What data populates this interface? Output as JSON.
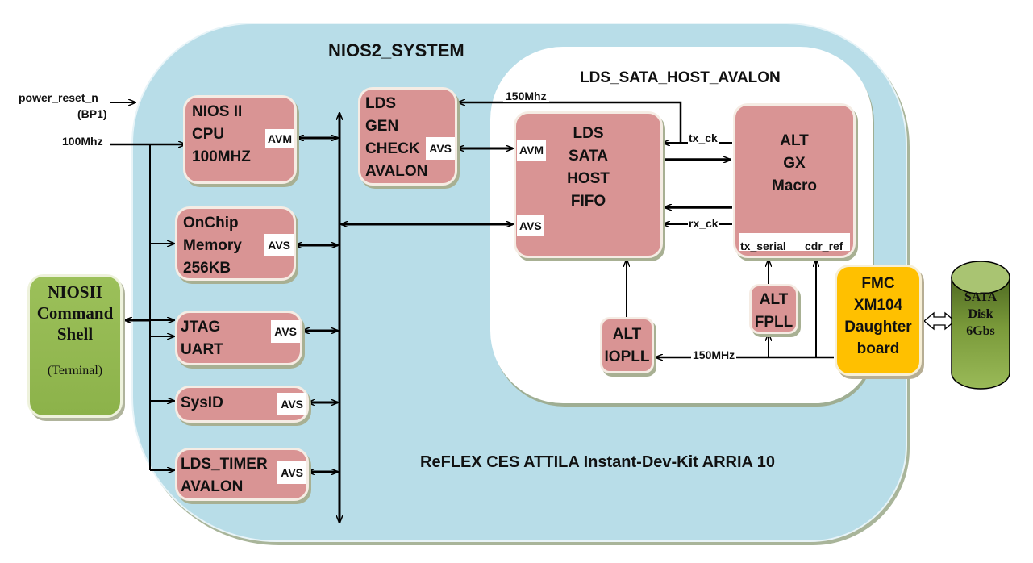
{
  "titles": {
    "system": "NIOS2_SYSTEM",
    "sata_host": "LDS_SATA_HOST_AVALON",
    "kit": "ReFLEX CES ATTILA Instant-Dev-Kit ARRIA 10"
  },
  "external": {
    "power_reset": "power_reset_n",
    "power_reset_sub": "(BP1)",
    "clock_in": "100Mhz"
  },
  "shell": {
    "line1": "NIOSII",
    "line2": "Command",
    "line3": "Shell",
    "sub": "(Terminal)"
  },
  "blocks": {
    "cpu": {
      "text": "NIOS II\nCPU\n100MHZ",
      "port": "AVM"
    },
    "memory": {
      "text": "OnChip\nMemory\n256KB",
      "port": "AVS"
    },
    "jtag": {
      "text": "JTAG\nUART",
      "port": "AVS"
    },
    "sysid": {
      "text": "SysID",
      "port": "AVS"
    },
    "timer": {
      "text": "LDS_TIMER\nAVALON",
      "port": "AVS"
    },
    "gencheck": {
      "text": "LDS\nGEN\nCHECK\nAVALON",
      "port": "AVS"
    },
    "fifo": {
      "text": "LDS\nSATA\nHOST\nFIFO",
      "port_top": "AVM",
      "port_bottom": "AVS"
    },
    "gx": {
      "text": "ALT\nGX\nMacro",
      "port_left": "tx_serial",
      "port_right": "cdr_ref"
    },
    "iopll": {
      "text": "ALT\nIOPLL"
    },
    "fpll": {
      "text": "ALT\nFPLL"
    }
  },
  "signals": {
    "clk150_top": "150Mhz",
    "tx_ck": "tx_ck",
    "rx_ck": "rx_ck",
    "clk150_bottom": "150MHz"
  },
  "fmc": {
    "line1": "FMC",
    "line2": "XM104",
    "line3": "Daughter",
    "line4": "board"
  },
  "disk": {
    "line1": "SATA",
    "line2": "Disk",
    "line3": "6Gbs"
  },
  "colors": {
    "system_bg": "#b8dde8",
    "block": "#d99494",
    "shell": "#9cc05a",
    "fmc": "#ffc000",
    "disk": "#7a9a3a"
  }
}
